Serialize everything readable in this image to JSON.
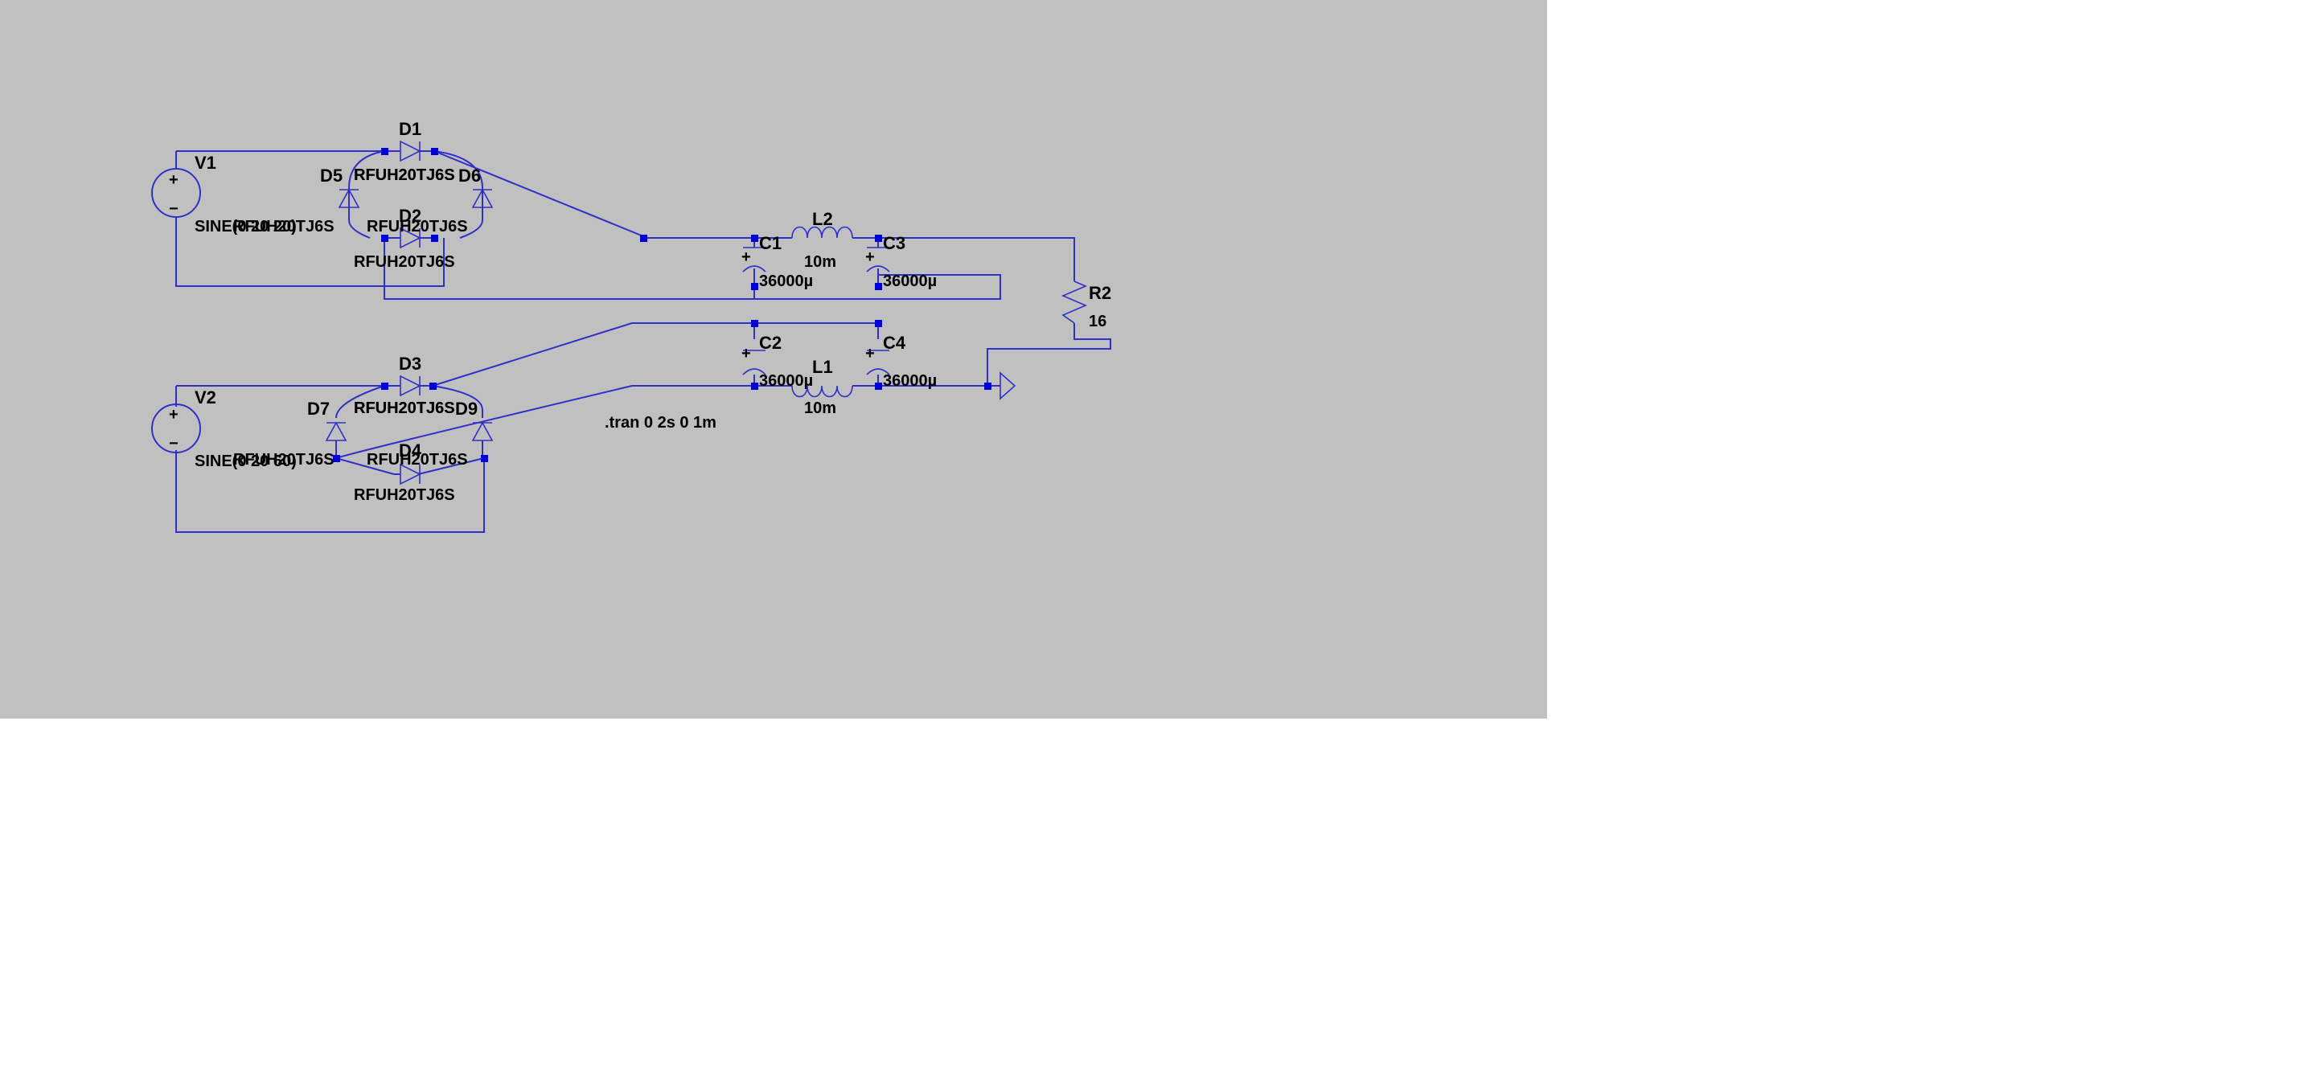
{
  "colors": {
    "wire": "#3030c8",
    "junction": "#0000d0",
    "background": "#c0c0c0",
    "text": "#000000"
  },
  "components": {
    "V1": {
      "name": "V1",
      "value": "SINE(0 20 20)"
    },
    "V2": {
      "name": "V2",
      "value": "SINE(0 20 60)"
    },
    "D1": {
      "name": "D1",
      "value": "RFUH20TJ6S"
    },
    "D2": {
      "name": "D2",
      "value": "RFUH20TJ6S"
    },
    "D3": {
      "name": "D3",
      "value": "RFUH20TJ6S"
    },
    "D4": {
      "name": "D4",
      "value": "RFUH20TJ6S"
    },
    "D5": {
      "name": "D5",
      "value": "RFUH20TJ6S"
    },
    "D6": {
      "name": "D6",
      "value": "RFUH20TJ6S"
    },
    "D7": {
      "name": "D7",
      "value": "RFUH20TJ6S"
    },
    "D9": {
      "name": "D9",
      "value": "RFUH20TJ6S"
    },
    "C1": {
      "name": "C1",
      "value": "36000µ"
    },
    "C2": {
      "name": "C2",
      "value": "36000µ"
    },
    "C3": {
      "name": "C3",
      "value": "36000µ"
    },
    "C4": {
      "name": "C4",
      "value": "36000µ"
    },
    "L1": {
      "name": "L1",
      "value": "10m"
    },
    "L2": {
      "name": "L2",
      "value": "10m"
    },
    "R2": {
      "name": "R2",
      "value": "16"
    }
  },
  "directive": ".tran 0 2s 0 1m"
}
